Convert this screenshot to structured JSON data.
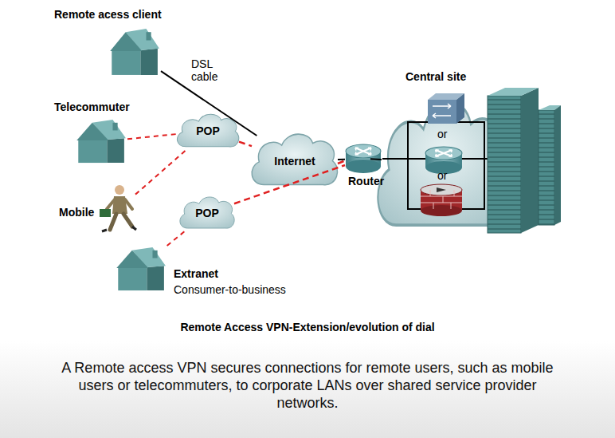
{
  "diagram": {
    "title": "Remote Access VPN-Extension/evolution of dial",
    "caption": "A Remote access VPN secures connections for remote users, such as mobile users or telecommuters, to corporate LANs over shared service provider networks.",
    "nodes": [
      {
        "text": [
          "Remote acess client"
        ]
      },
      {
        "text": [
          "Telecommuter"
        ]
      },
      {
        "text": [
          "POP"
        ]
      },
      {
        "text": [
          "Mobile"
        ]
      },
      {
        "text": [
          "POP"
        ]
      },
      {
        "text": [
          "Extranet",
          "Consumer-to-business"
        ]
      },
      {
        "text": [
          "Internet"
        ]
      },
      {
        "text": [
          "Router"
        ]
      },
      {
        "text": [
          "Central site"
        ]
      }
    ],
    "edges": [
      {
        "from": 0,
        "to": 6,
        "arrow": "none",
        "label": "DSL cable"
      },
      {
        "from": 1,
        "to": 2,
        "arrow": "none"
      },
      {
        "from": 3,
        "to": 2,
        "arrow": "none"
      },
      {
        "from": 5,
        "to": 4,
        "arrow": "none"
      },
      {
        "from": 2,
        "to": 6,
        "arrow": "none"
      },
      {
        "from": 4,
        "to": 7,
        "arrow": "none"
      },
      {
        "from": 6,
        "to": 7,
        "arrow": "none"
      },
      {
        "from": 7,
        "to": 8,
        "arrow": "none"
      }
    ],
    "labels": [
      "or",
      "or"
    ]
  }
}
